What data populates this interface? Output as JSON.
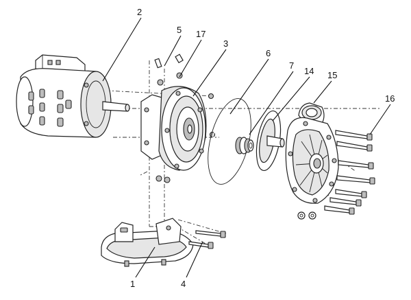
{
  "callouts": [
    {
      "id": "c1",
      "label": "1"
    },
    {
      "id": "c2",
      "label": "2"
    },
    {
      "id": "c3",
      "label": "3"
    },
    {
      "id": "c4",
      "label": "4"
    },
    {
      "id": "c5",
      "label": "5"
    },
    {
      "id": "c6",
      "label": "6"
    },
    {
      "id": "c7",
      "label": "7"
    },
    {
      "id": "c14",
      "label": "14"
    },
    {
      "id": "c15",
      "label": "15"
    },
    {
      "id": "c16",
      "label": "16"
    },
    {
      "id": "c17",
      "label": "17"
    }
  ],
  "colors": {
    "line": "#222222",
    "shade": "#bdbdbd",
    "light": "#e6e6e6"
  }
}
